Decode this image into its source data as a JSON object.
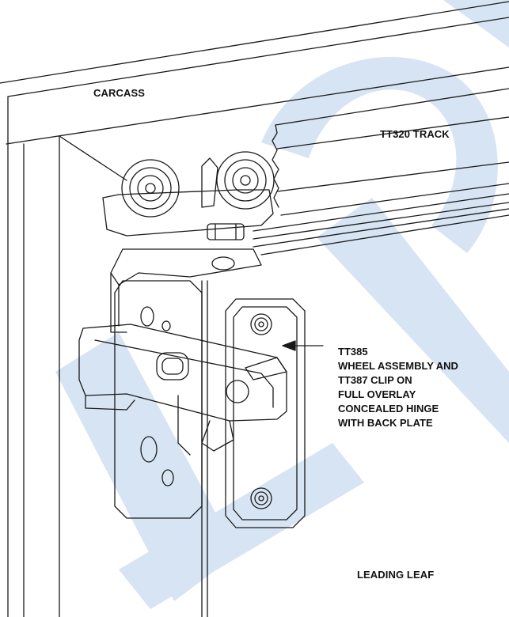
{
  "labels": {
    "carcass": "CARCASS",
    "track": "TT320 TRACK",
    "leading_leaf": "LEADING LEAF"
  },
  "callout": {
    "lines": [
      "TT385",
      "WHEEL ASSEMBLY AND",
      "TT387 CLIP ON",
      "FULL OVERLAY",
      "CONCEALED HINGE",
      "WITH BACK PLATE"
    ]
  },
  "colors": {
    "line": "#1a1a1a",
    "watermark": "#d7e4f3",
    "background": "#ffffff"
  }
}
